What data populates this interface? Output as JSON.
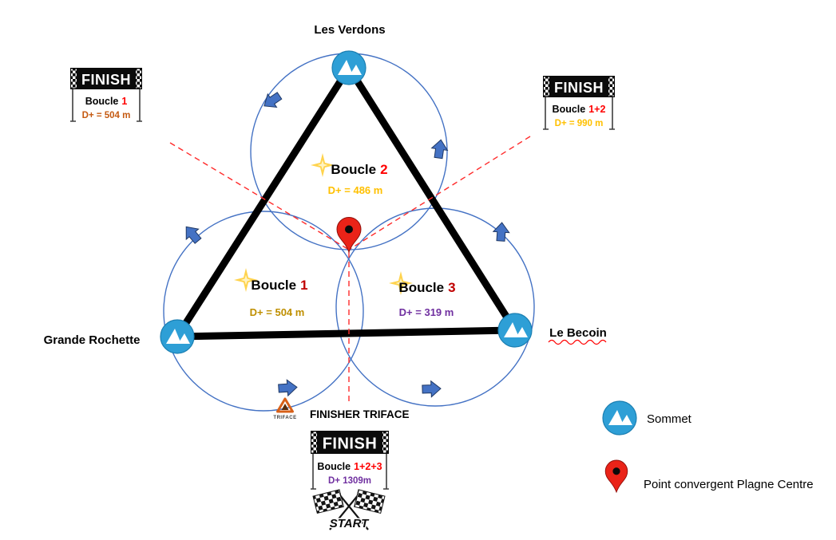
{
  "summits": {
    "top": "Les Verdons",
    "left": "Grande Rochette",
    "right": "Le Becoin"
  },
  "loops": {
    "b1": {
      "name": "Boucle",
      "num": "1",
      "dplus": "D+ = 504 m"
    },
    "b2": {
      "name": "Boucle",
      "num": "2",
      "dplus": "D+ = 486 m"
    },
    "b3": {
      "name": "Boucle",
      "num": "3",
      "dplus": "D+ = 319 m"
    }
  },
  "banners": {
    "left": {
      "title": "FINISH",
      "line_label": "Boucle",
      "line_num": "1",
      "dplus": "D+ = 504 m"
    },
    "right": {
      "title": "FINISH",
      "line_label": "Boucle",
      "line_num": "1+2",
      "dplus": "D+ = 990 m"
    },
    "bottom": {
      "title": "FINISH",
      "line_label": "Boucle",
      "line_num": "1+2+3",
      "dplus": "D+ 1309m"
    }
  },
  "footer": {
    "finisher_label": "FINISHER TRIFACE",
    "logo_text": "TRIFACE",
    "start_label": "START"
  },
  "legend": {
    "summit_label": "Sommet",
    "convergent_label": "Point convergent Plagne Centre"
  },
  "colors": {
    "loop_circle_blue": "#4472C4",
    "summit_blue": "#2E9FD6",
    "pin_red": "#EA2318",
    "bright_red": "#FF0000",
    "dark_red": "#C00000",
    "gold": "#FFC000",
    "dark_gold": "#BF8F00",
    "orange_brown": "#C55A11",
    "purple": "#7030A0",
    "dashed_red": "#FF2B2B"
  }
}
